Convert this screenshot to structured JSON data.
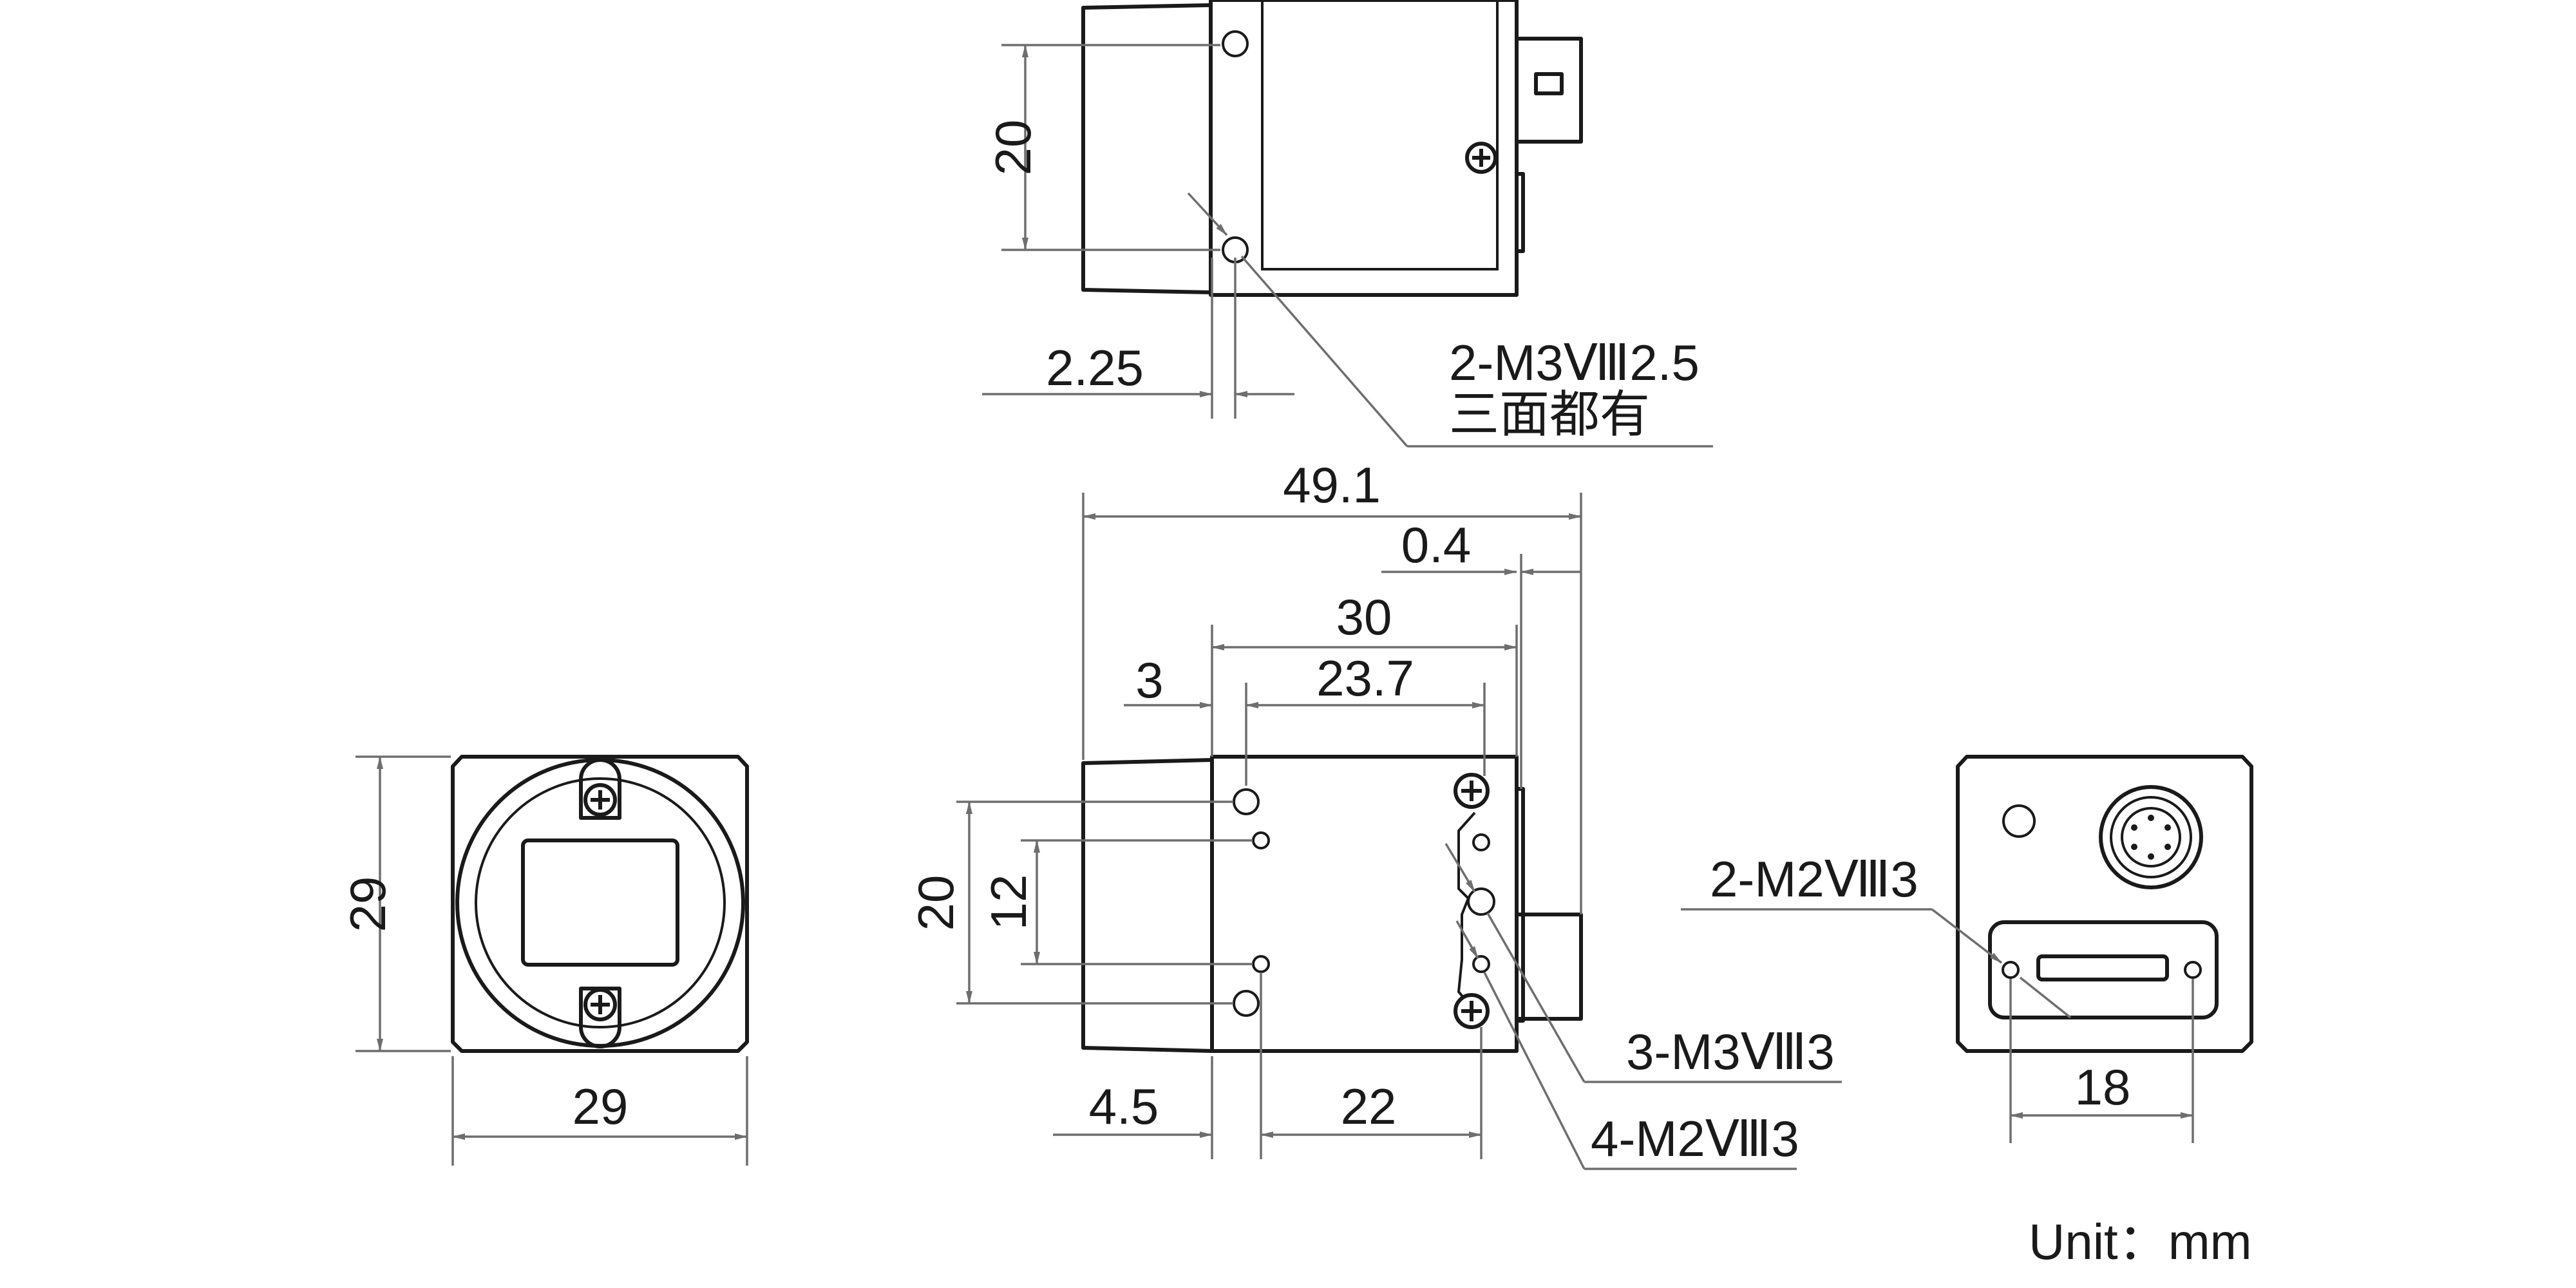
{
  "side_view": {
    "dim_spacing": "20",
    "dim_offset": "2.25",
    "callout_line1": "2-M3Ⅷ2.5",
    "callout_line2": "三面都有"
  },
  "front_view": {
    "dim_height": "29",
    "dim_width": "29"
  },
  "bottom_view": {
    "dim_total": "49.1",
    "dim_rear_offset": "0.4",
    "dim_body": "30",
    "dim_hole_span": "23.7",
    "dim_hole_offset": "3",
    "dim_outer_spacing": "20",
    "dim_inner_spacing": "12",
    "dim_left_offset": "4.5",
    "dim_lower_span": "22",
    "callout_m3": "3-M3Ⅷ3",
    "callout_m2": "4-M2Ⅷ3"
  },
  "rear_view": {
    "callout": "2-M2Ⅷ3",
    "dim_span": "18"
  },
  "unit_note": "Unit：mm"
}
